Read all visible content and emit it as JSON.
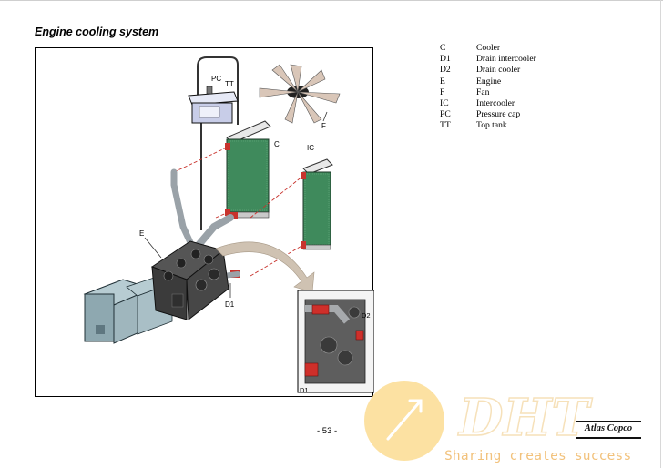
{
  "page": {
    "title": "Engine cooling system",
    "page_number": "- 53 -"
  },
  "diagram": {
    "labels": {
      "pc": "PC",
      "tt": "TT",
      "f": "F",
      "c": "C",
      "ic": "IC",
      "e": "E",
      "d1": "D1",
      "d2": "D2",
      "d1_inset": "D1"
    }
  },
  "legend": [
    {
      "code": "C",
      "desc": "Cooler"
    },
    {
      "code": "D1",
      "desc": "Drain intercooler"
    },
    {
      "code": "D2",
      "desc": "Drain cooler"
    },
    {
      "code": "E",
      "desc": "Engine"
    },
    {
      "code": "F",
      "desc": "Fan"
    },
    {
      "code": "IC",
      "desc": "Intercooler"
    },
    {
      "code": "PC",
      "desc": "Pressure cap"
    },
    {
      "code": "TT",
      "desc": "Top tank"
    }
  ],
  "watermark": {
    "logo_text": "DHT",
    "tagline": "Sharing creates success"
  },
  "brand": {
    "name": "Atlas Copco"
  }
}
